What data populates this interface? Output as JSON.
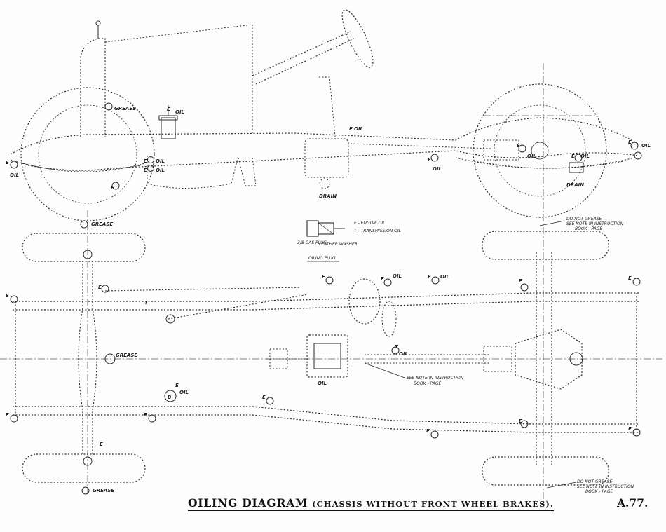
{
  "caption": {
    "title": "OILING DIAGRAM",
    "subtitle": "(CHASSIS WITHOUT FRONT WHEEL BRAKES).",
    "plate_number": "A.77."
  },
  "legend": {
    "engine_oil": "E - ENGINE OIL",
    "transmission_oil": "T - TRANSMISSION OIL",
    "leather_washer": "LEATHER WASHER",
    "plug_size": "3/8 GAS PLUG",
    "oiling_plug": "OILING PLUG"
  },
  "notes": {
    "grease": "GREASE",
    "oil": "OIL",
    "drain": "DRAIN",
    "do_not_grease": "DO NOT GREASE",
    "see_note_1": "SEE NOTE IN INSTRUCTION",
    "book_page": "BOOK - PAGE",
    "see_note_2": "SEE NOTE IN INSTRUCTION",
    "book_page_2": "BOOK - PAGE"
  },
  "markers": {
    "engine": "E",
    "transmission": "T",
    "b_marker": "B"
  },
  "colors": {
    "ink": "#2a2a2a",
    "paper": "#fdfdfd"
  }
}
